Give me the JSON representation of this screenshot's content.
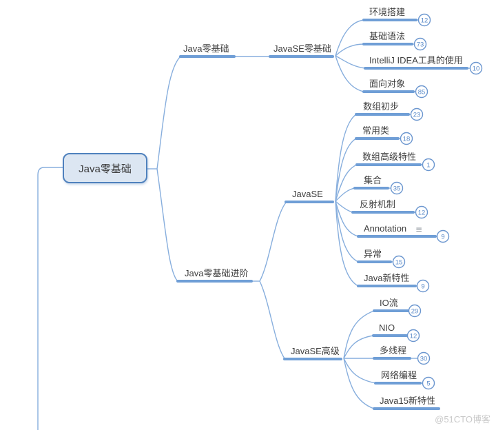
{
  "root": {
    "label": "Java零基础"
  },
  "branches": [
    {
      "label": "Java零基础",
      "children": [
        {
          "label": "JavaSE零基础",
          "children": [
            {
              "label": "环境搭建",
              "count": "12"
            },
            {
              "label": "基础语法",
              "count": "73"
            },
            {
              "label": "IntelliJ IDEA工具的使用",
              "count": "10"
            },
            {
              "label": "面向对象",
              "count": "85"
            }
          ]
        }
      ]
    },
    {
      "label": "Java零基础进阶",
      "children": [
        {
          "label": "JavaSE",
          "children": [
            {
              "label": "数组初步",
              "count": "23"
            },
            {
              "label": "常用类",
              "count": "18"
            },
            {
              "label": "数组高级特性",
              "count": "1"
            },
            {
              "label": "集合",
              "count": "35"
            },
            {
              "label": "反射机制",
              "count": "12"
            },
            {
              "label": "Annotation",
              "count": "9",
              "icon": {
                "name": "notes-icon",
                "glyph": "≡"
              }
            },
            {
              "label": "异常",
              "count": "15"
            },
            {
              "label": "Java新特性",
              "count": "9"
            }
          ]
        },
        {
          "label": "JavaSE高级",
          "children": [
            {
              "label": "IO流",
              "count": "29"
            },
            {
              "label": "NIO",
              "count": "12"
            },
            {
              "label": "多线程",
              "count": "30"
            },
            {
              "label": "网络编程",
              "count": "5"
            },
            {
              "label": "Java15新特性"
            }
          ]
        }
      ]
    }
  ],
  "watermark": "@51CTO博客",
  "colors": {
    "branch_line": "#87aedd",
    "topic_underline": "#6f9ed6",
    "root_fill": "#dce6f2",
    "root_border": "#4f81bd",
    "badge_border": "#6b96cf",
    "badge_text": "#5b8bc9",
    "label_text": "#3f3f3f",
    "watermark_text": "#c9c9c9"
  }
}
